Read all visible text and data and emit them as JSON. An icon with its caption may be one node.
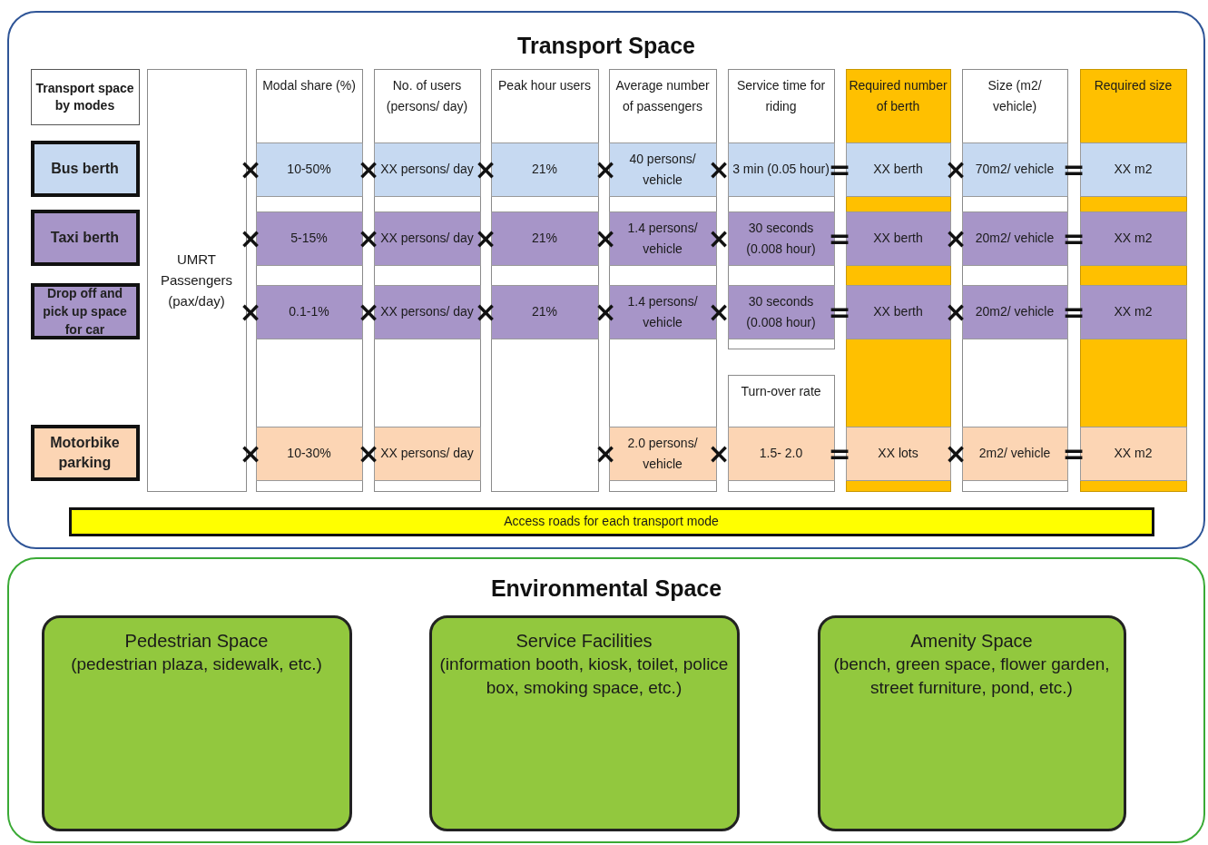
{
  "diagram": {
    "nodes": [
      {
        "text": [
          "Transport Space"
        ]
      },
      {
        "text": [
          "Transport space by modes"
        ],
        "in": 0
      },
      {
        "text": [
          "Bus berth"
        ],
        "in": 0
      },
      {
        "text": [
          "Taxi berth"
        ],
        "in": 0
      },
      {
        "text": [
          "Drop off and pick up space for car"
        ],
        "in": 0
      },
      {
        "text": [
          "Motorbike parking"
        ],
        "in": 0
      },
      {
        "text": [
          "UMRT Passengers (pax/day)"
        ],
        "in": 0
      },
      {
        "text": [
          "Modal share (%)"
        ],
        "in": 0
      },
      {
        "text": [
          "10-50%"
        ],
        "in": 7
      },
      {
        "text": [
          "5-15%"
        ],
        "in": 7
      },
      {
        "text": [
          "0.1-1%"
        ],
        "in": 7
      },
      {
        "text": [
          "10-30%"
        ],
        "in": 7
      },
      {
        "text": [
          "No. of users (persons/ day)"
        ],
        "in": 0
      },
      {
        "text": [
          "XX persons/ day"
        ],
        "in": 12
      },
      {
        "text": [
          "XX persons/ day"
        ],
        "in": 12
      },
      {
        "text": [
          "XX persons/ day"
        ],
        "in": 12
      },
      {
        "text": [
          "XX persons/ day"
        ],
        "in": 12
      },
      {
        "text": [
          "Peak hour users"
        ],
        "in": 0
      },
      {
        "text": [
          "21%"
        ],
        "in": 17
      },
      {
        "text": [
          "21%"
        ],
        "in": 17
      },
      {
        "text": [
          "21%"
        ],
        "in": 17
      },
      {
        "text": [
          "Average number of passengers"
        ],
        "in": 0
      },
      {
        "text": [
          "40 persons/ vehicle"
        ],
        "in": 21
      },
      {
        "text": [
          "1.4 persons/ vehicle"
        ],
        "in": 21
      },
      {
        "text": [
          "1.4 persons/ vehicle"
        ],
        "in": 21
      },
      {
        "text": [
          "2.0 persons/ vehicle"
        ],
        "in": 21
      },
      {
        "text": [
          "Service time for riding"
        ],
        "in": 0
      },
      {
        "text": [
          "3 min (0.05 hour)"
        ],
        "in": 26
      },
      {
        "text": [
          "30 seconds (0.008 hour)"
        ],
        "in": 26
      },
      {
        "text": [
          "30 seconds (0.008 hour)"
        ],
        "in": 26
      },
      {
        "text": [
          "Turn-over rate"
        ],
        "in": 0
      },
      {
        "text": [
          "1.5- 2.0"
        ],
        "in": 30
      },
      {
        "text": [
          "Required number of berth"
        ],
        "in": 0
      },
      {
        "text": [
          "XX berth"
        ],
        "in": 32
      },
      {
        "text": [
          "XX berth"
        ],
        "in": 32
      },
      {
        "text": [
          "XX berth"
        ],
        "in": 32
      },
      {
        "text": [
          "XX lots"
        ],
        "in": 32
      },
      {
        "text": [
          "Size (m2/ vehicle)"
        ],
        "in": 0
      },
      {
        "text": [
          "70m2/ vehicle"
        ],
        "in": 37
      },
      {
        "text": [
          "20m2/ vehicle"
        ],
        "in": 37
      },
      {
        "text": [
          "20m2/ vehicle"
        ],
        "in": 37
      },
      {
        "text": [
          "2m2/ vehicle"
        ],
        "in": 37
      },
      {
        "text": [
          "Required size"
        ],
        "in": 0
      },
      {
        "text": [
          "XX m2"
        ],
        "in": 42
      },
      {
        "text": [
          "XX m2"
        ],
        "in": 42
      },
      {
        "text": [
          "XX m2"
        ],
        "in": 42
      },
      {
        "text": [
          "XX m2"
        ],
        "in": 42
      },
      {
        "text": [
          "Access roads for each transport mode"
        ],
        "in": 0
      },
      {
        "text": [
          "Environmental Space"
        ]
      },
      {
        "text": [
          "Pedestrian Space",
          "(pedestrian plaza, sidewalk, etc.)"
        ],
        "in": 48
      },
      {
        "text": [
          "Service Facilities",
          "(information booth, kiosk, toilet, police box, smoking space, etc.)"
        ],
        "in": 48
      },
      {
        "text": [
          "Amenity Space",
          "(bench, green space, flower garden, street furniture, pond, etc.)"
        ],
        "in": 48
      }
    ],
    "edges": [],
    "labels": [
      "×",
      "×",
      "×",
      "×",
      "×",
      "=",
      "×",
      "=",
      "×",
      "×",
      "×",
      "×",
      "×",
      "=",
      "×",
      "=",
      "×",
      "×",
      "×",
      "×",
      "×",
      "=",
      "×",
      "=",
      "×",
      "×",
      "×",
      "×",
      "=",
      "×",
      "="
    ]
  }
}
